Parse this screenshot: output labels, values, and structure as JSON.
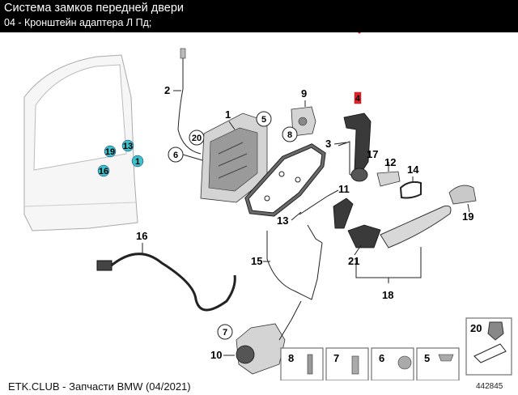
{
  "header": {
    "title": "Система замков передней двери",
    "subtitle": "04 - Кронштейн адаптера Л Пд;"
  },
  "footer": {
    "caption": "ETK.CLUB - Запчасти BMW (04/2021)",
    "image_number": "442845"
  },
  "door_markers": [
    "19",
    "13",
    "1",
    "16"
  ],
  "callouts": {
    "c1": "1",
    "c2": "2",
    "c3": "3",
    "c4": "4",
    "c5": "5",
    "c6": "6",
    "c7": "7",
    "c8": "8",
    "c9": "9",
    "c10": "10",
    "c11": "11",
    "c12": "12",
    "c13": "13",
    "c14": "14",
    "c15": "15",
    "c16": "16",
    "c17": "17",
    "c18": "18",
    "c19": "19",
    "c20": "20",
    "c21": "21"
  },
  "legend": {
    "top_right": "20",
    "bottom": [
      "8",
      "7",
      "6",
      "5"
    ]
  },
  "colors": {
    "highlight": "#e0242b",
    "marker_fill": "#3fc1c9",
    "header_bg": "#000000"
  }
}
